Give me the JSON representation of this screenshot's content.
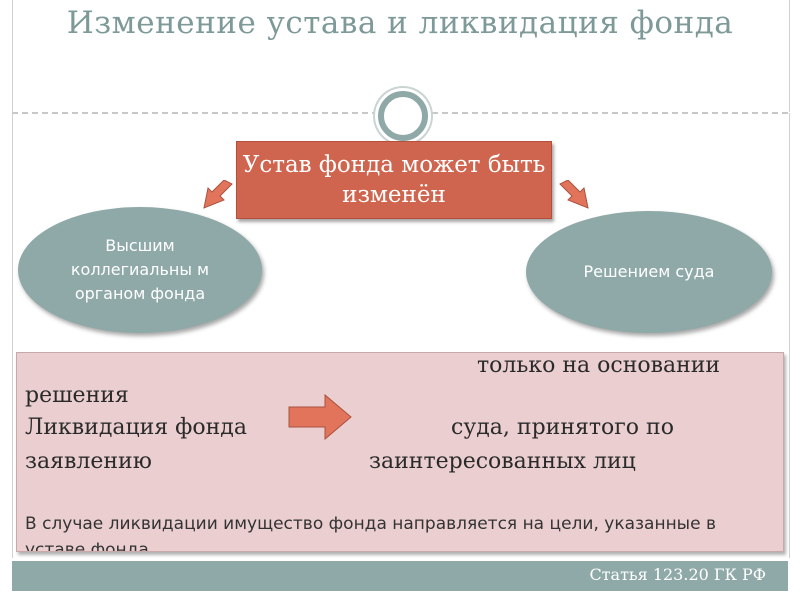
{
  "slide": {
    "title": "Изменение устава и ликвидация фонда",
    "charter_box": "Устав фонда может быть изменён",
    "left_ellipse": "Высшим коллегиальны м органом фонда",
    "right_ellipse": "Решением суда",
    "liquidation": {
      "line1": "только на основании",
      "line2": "решения",
      "label": "Ликвидация фонда",
      "line3_right": "суда, принятого по",
      "line4_left": "заявлению",
      "line4_right": "заинтересованных лиц"
    },
    "note": "В случае ликвидации имущество фонда направляется на цели, указанные в уставе фонда",
    "footer": "Статья 123.20 ГК РФ"
  },
  "colors": {
    "accent": "#8ea9a8",
    "red_box": "#d0654f",
    "pink_box": "#ebcfd0",
    "title": "#7e9a98"
  },
  "icons": {
    "arrows": "orange-block-arrow",
    "ring": "circle-ring"
  }
}
